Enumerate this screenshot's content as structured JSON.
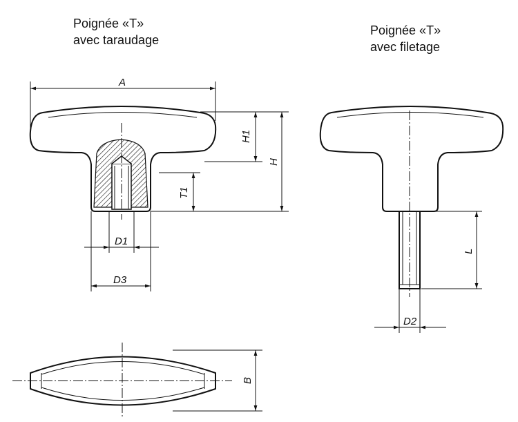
{
  "captions": {
    "left_line1": "Poignée «T»",
    "left_line2": "avec taraudage",
    "right_line1": "Poignée «T»",
    "right_line2": "avec filetage"
  },
  "dimensions": {
    "A": "A",
    "H1": "H1",
    "H": "H",
    "T1": "T1",
    "D1": "D1",
    "D3": "D3",
    "L": "L",
    "D2": "D2",
    "B": "B"
  }
}
